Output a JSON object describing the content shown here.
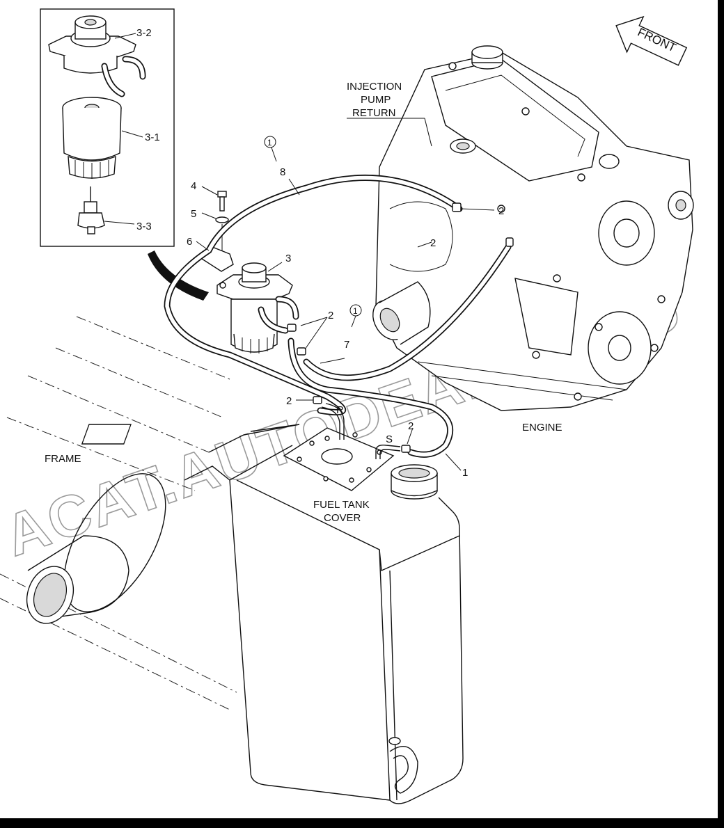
{
  "labels": {
    "front": "FRONT",
    "injection_pump_return_line1": "INJECTION",
    "injection_pump_return_line2": "PUMP",
    "injection_pump_return_line3": "RETURN",
    "engine": "ENGINE",
    "frame": "FRAME",
    "fuel_tank_cover_line1": "FUEL TANK",
    "fuel_tank_cover_line2": "COVER",
    "port_r": "R",
    "port_s": "S"
  },
  "callouts": {
    "part_3_2": "3-2",
    "part_3_1": "3-1",
    "part_3_3": "3-3",
    "part_4": "4",
    "part_5": "5",
    "part_6": "6",
    "part_3": "3",
    "part_8": "8",
    "part_7": "7",
    "part_1": "1",
    "part_2_a": "2",
    "part_2_b": "2",
    "part_2_c": "2",
    "part_2_d": "2",
    "part_2_e": "2",
    "circled_1_a": "1",
    "circled_1_b": "1"
  },
  "watermark": "ACAT.AUTODEALER.RU"
}
